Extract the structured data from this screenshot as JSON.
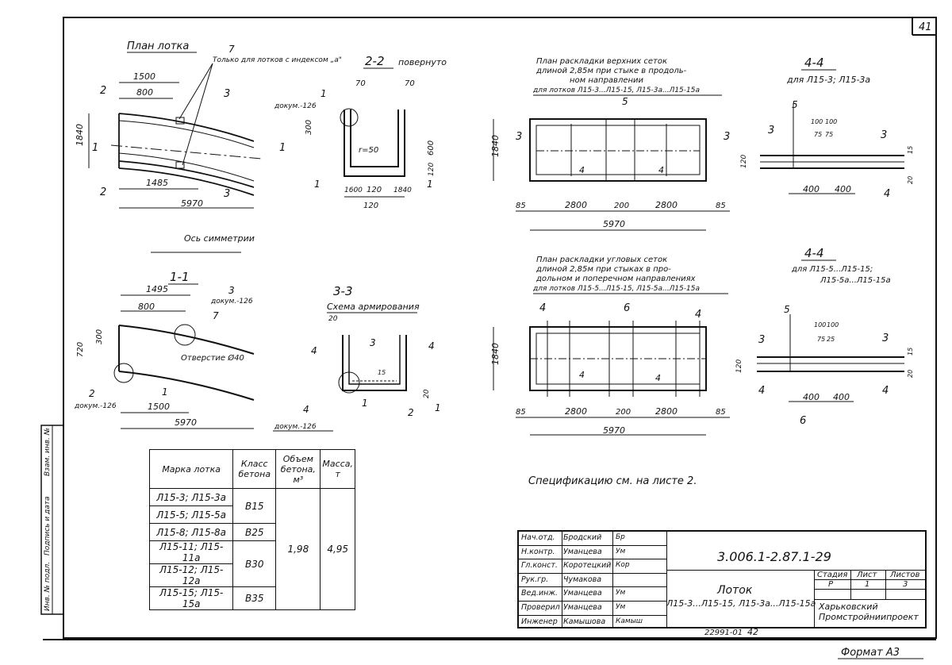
{
  "sheet_no": "41",
  "sections": {
    "plan": {
      "title": "План лотка",
      "note": "Только для лотков с индексом „а\"",
      "dims": [
        "1500",
        "800",
        "1840",
        "1485",
        "5970"
      ],
      "callouts": [
        "7",
        "2",
        "3",
        "1",
        "1",
        "2",
        "3"
      ]
    },
    "s22": {
      "title": "2-2",
      "sub": "повернуто",
      "docref": "докум.-126",
      "dims": [
        "70",
        "70",
        "300",
        "r=50",
        "600",
        "120",
        "1600",
        "120",
        "1840",
        "120"
      ],
      "callouts": [
        "1",
        "1",
        "1"
      ]
    },
    "s11": {
      "title": "1-1",
      "axis": "Ось симметрии",
      "dims": [
        "1495",
        "800",
        "300",
        "720",
        "1500",
        "5970"
      ],
      "hole": "Отверстие Ø40",
      "docref1": "докум.-126",
      "docref2": "докум.-126",
      "callouts": [
        "3",
        "7",
        "2",
        "1"
      ]
    },
    "s33": {
      "title": "3-3",
      "sub": "Схема армирования",
      "docref": "докум.-126",
      "dims": [
        "20",
        "15",
        "20"
      ],
      "callouts": [
        "4",
        "3",
        "4",
        "1",
        "2",
        "1",
        "4"
      ]
    },
    "upper": {
      "title_lines": [
        "План раскладки верхних сеток",
        "длиной 2,85м при стыке в продоль-",
        "ном направлении",
        "для лотков Л15-3...Л15-15, Л15-3а...Л15-15а"
      ],
      "dims": [
        "1840",
        "85",
        "2800",
        "200",
        "2800",
        "85",
        "5970"
      ],
      "callouts": [
        "5",
        "3",
        "3",
        "4",
        "4"
      ]
    },
    "s44a": {
      "title": "4-4",
      "sub": "для Л15-3; Л15-3а",
      "dims": [
        "100",
        "100",
        "75",
        "75",
        "120",
        "400",
        "400",
        "15",
        "20"
      ],
      "callouts": [
        "5",
        "3",
        "3",
        "4"
      ]
    },
    "corner": {
      "title_lines": [
        "План раскладки угловых сеток",
        "длиной 2,85м при стыках в про-",
        "дольном и поперечном направлениях",
        "для лотков Л15-5...Л15-15, Л15-5а...Л15-15а"
      ],
      "dims": [
        "1840",
        "85",
        "2800",
        "200",
        "2800",
        "85",
        "5970"
      ],
      "callouts": [
        "4",
        "6",
        "4",
        "4",
        "4"
      ]
    },
    "s44b": {
      "title": "4-4",
      "sub1": "для Л15-5...Л15-15;",
      "sub2": "Л15-5а...Л15-15а",
      "dims": [
        "100",
        "100",
        "75",
        "25",
        "120",
        "400",
        "400",
        "15",
        "20"
      ],
      "callouts": [
        "5",
        "3",
        "3",
        "4",
        "4",
        "6"
      ]
    }
  },
  "spec_note": "Спецификацию см. на листе 2.",
  "table": {
    "headers": [
      "Марка лотка",
      "Класс бетона",
      "Объем бетона, м³",
      "Масса, т"
    ],
    "rows": [
      [
        "Л15-3; Л15-3а",
        "В15"
      ],
      [
        "Л15-5; Л15-5а",
        ""
      ],
      [
        "Л15-8; Л15-8а",
        "В25"
      ],
      [
        "Л15-11; Л15-11а",
        "В30"
      ],
      [
        "Л15-12; Л15-12а",
        ""
      ],
      [
        "Л15-15; Л15-15а",
        "В35"
      ]
    ],
    "volume": "1,98",
    "mass": "4,95"
  },
  "stamp": {
    "people": [
      {
        "role": "Нач.отд.",
        "name": "Бродский",
        "sign": "Бр"
      },
      {
        "role": "Н.контр.",
        "name": "Уманцева",
        "sign": "Ум"
      },
      {
        "role": "Гл.конст.",
        "name": "Коротецкий",
        "sign": "Кор"
      },
      {
        "role": "Рук.гр.",
        "name": "Чумакова",
        "sign": ""
      },
      {
        "role": "Вед.инж.",
        "name": "Уманцева",
        "sign": "Ум"
      },
      {
        "role": "Проверил",
        "name": "Уманцева",
        "sign": "Ум"
      },
      {
        "role": "Инженер",
        "name": "Камышова",
        "sign": "Камыш"
      }
    ],
    "doc_no": "3.006.1-2.87.1-29",
    "title": "Лоток",
    "subtitle": "Л15-3...Л15-15, Л15-3а...Л15-15а",
    "stage_label": "Стадия",
    "sheet_label": "Лист",
    "sheets_label": "Листов",
    "stage": "Р",
    "sheet": "1",
    "sheets": "3",
    "org_line1": "Харьковский",
    "org_line2": "Промстройниипроект"
  },
  "side_labels": [
    "Инв. № подл.",
    "Подпись и дата",
    "Взам. инв. №"
  ],
  "bottom_no": "22991-01",
  "bottom_page": "42",
  "format": "Формат А3"
}
